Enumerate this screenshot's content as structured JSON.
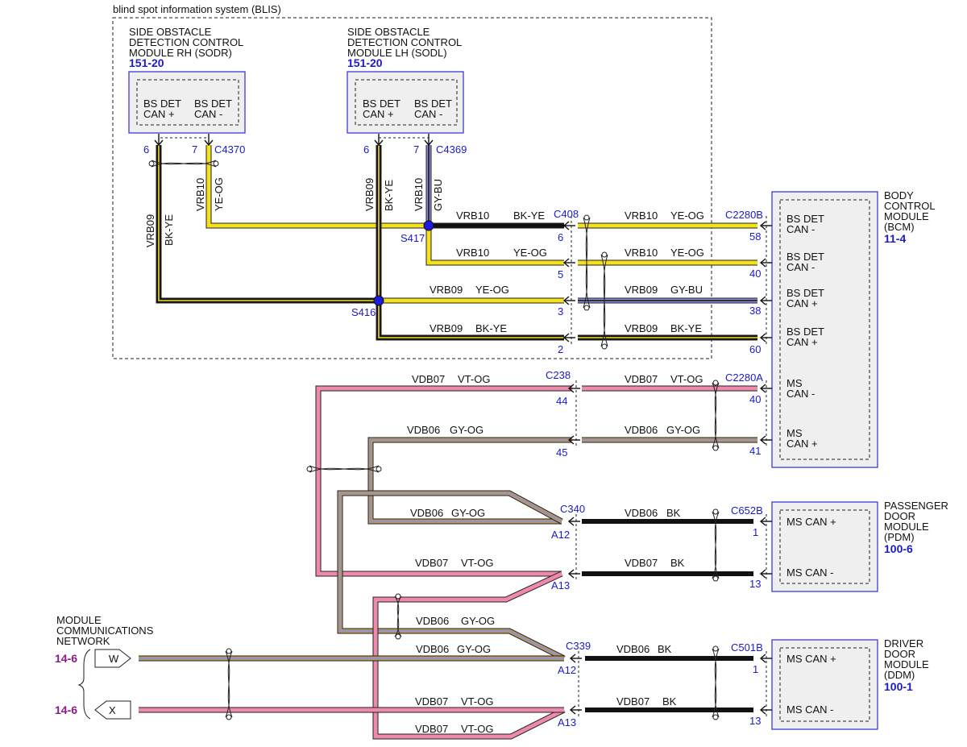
{
  "blis_label": "blind spot information system (BLIS)",
  "modules": {
    "sodr": {
      "lines": [
        "SIDE OBSTACLE",
        "DETECTION CONTROL",
        "MODULE RH (SODR)"
      ],
      "ref": "151-20",
      "pin_labels": [
        [
          "BS DET",
          "CAN +"
        ],
        [
          "BS DET",
          "CAN -"
        ]
      ],
      "pins": [
        "6",
        "7"
      ],
      "connector": "C4370"
    },
    "sodl": {
      "lines": [
        "SIDE OBSTACLE",
        "DETECTION CONTROL",
        "MODULE LH (SODL)"
      ],
      "ref": "151-20",
      "pin_labels": [
        [
          "BS DET",
          "CAN +"
        ],
        [
          "BS DET",
          "CAN -"
        ]
      ],
      "pins": [
        "6",
        "7"
      ],
      "connector": "C4369"
    },
    "bcm": {
      "lines": [
        "BODY",
        "CONTROL",
        "MODULE",
        "(BCM)"
      ],
      "ref": "11-4",
      "pin_labels": [
        [
          "BS DET",
          "CAN -"
        ],
        [
          "BS DET",
          "CAN -"
        ],
        [
          "BS DET",
          "CAN +"
        ],
        [
          "BS DET",
          "CAN +"
        ],
        [
          "MS",
          "CAN -"
        ],
        [
          "MS",
          "CAN +"
        ]
      ],
      "connectors": [
        "C2280B",
        "C2280A"
      ],
      "pins": [
        "58",
        "40",
        "38",
        "60",
        "40",
        "41"
      ]
    },
    "pdm": {
      "lines": [
        "PASSENGER",
        "DOOR",
        "MODULE",
        "(PDM)"
      ],
      "ref": "100-6",
      "pin_labels": [
        "MS CAN +",
        "MS CAN -"
      ],
      "connector": "C652B",
      "pins": [
        "1",
        "13"
      ]
    },
    "ddm": {
      "lines": [
        "DRIVER",
        "DOOR",
        "MODULE",
        "(DDM)"
      ],
      "ref": "100-1",
      "pin_labels": [
        "MS CAN +",
        "MS CAN -"
      ],
      "connector": "C501B",
      "pins": [
        "1",
        "13"
      ]
    }
  },
  "network": {
    "lines": [
      "MODULE",
      "COMMUNICATIONS",
      "NETWORK"
    ],
    "flags": [
      "W",
      "X"
    ],
    "refs": [
      "14-6",
      "14-6"
    ]
  },
  "splices": [
    "S417",
    "S416"
  ],
  "inline_connectors": {
    "c408": {
      "name": "C408",
      "pins": [
        "6",
        "5",
        "3",
        "2"
      ]
    },
    "c238": {
      "name": "C238",
      "pins": [
        "44",
        "45"
      ]
    },
    "c340": {
      "name": "C340",
      "pins": [
        "A12",
        "A13"
      ]
    },
    "c339": {
      "name": "C339",
      "pins": [
        "A12",
        "A13"
      ]
    }
  },
  "wire_labels": {
    "sodr_minus": [
      "VRB10",
      "YE-OG"
    ],
    "sodr_plus": [
      "VRB09",
      "BK-YE"
    ],
    "sodl_plus": [
      "VRB09",
      "BK-YE"
    ],
    "sodl_minus": [
      "VRB10",
      "GY-BU"
    ],
    "r1_left": [
      "VRB10",
      "BK-YE"
    ],
    "r1_right": [
      "VRB10",
      "YE-OG"
    ],
    "r2_left": [
      "VRB10",
      "YE-OG"
    ],
    "r2_right": [
      "VRB10",
      "YE-OG"
    ],
    "r3_left": [
      "VRB09",
      "YE-OG"
    ],
    "r3_right": [
      "VRB09",
      "GY-BU"
    ],
    "r4_left": [
      "VRB09",
      "BK-YE"
    ],
    "r4_right": [
      "VRB09",
      "BK-YE"
    ],
    "ms1_left": [
      "VDB07",
      "VT-OG"
    ],
    "ms1_right": [
      "VDB07",
      "VT-OG"
    ],
    "ms2_left": [
      "VDB06",
      "GY-OG"
    ],
    "ms2_right": [
      "VDB06",
      "GY-OG"
    ],
    "pdm1_left": [
      "VDB06",
      "GY-OG"
    ],
    "pdm1_right": [
      "VDB06",
      "BK"
    ],
    "pdm2_left": [
      "VDB07",
      "VT-OG"
    ],
    "pdm2_right": [
      "VDB07",
      "BK"
    ],
    "ddm_upper_left": [
      "VDB06",
      "GY-OG"
    ],
    "ddm1_left": [
      "VDB06",
      "GY-OG"
    ],
    "ddm1_right": [
      "VDB06",
      "BK"
    ],
    "ddm2_left": [
      "VDB07",
      "VT-OG"
    ],
    "ddm2_right": [
      "VDB07",
      "BK"
    ],
    "ddm_lower_left": [
      "VDB07",
      "VT-OG"
    ]
  },
  "colors": {
    "box_blue": "#3b3bd6",
    "ref_blue": "#1a1acc",
    "ref_purple": "#8a1a8a",
    "yellow": "#f5e01e",
    "black": "#111111",
    "pink": "#ee8aab",
    "tan": "#b89a64",
    "gray_blue": "#8a8fd8",
    "module_fill": "#efefef"
  }
}
